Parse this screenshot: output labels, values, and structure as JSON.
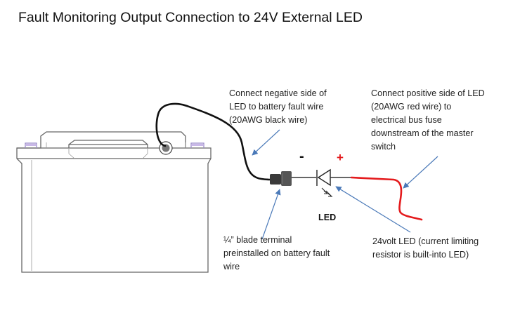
{
  "title": "Fault Monitoring Output Connection to 24V External LED",
  "annotations": {
    "negative_side": "Connect negative side of\nLED to battery fault wire\n(20AWG black wire)",
    "positive_side": "Connect positive side of LED\n(20AWG red wire) to\nelectrical bus fuse\ndownstream of the master\nswitch",
    "blade_terminal": "¼” blade terminal\npreinstalled on battery fault\nwire",
    "led_description": "24volt LED (current limiting\nresistor is built-into LED)"
  },
  "labels": {
    "minus": "-",
    "plus": "+",
    "led": "LED"
  },
  "colors": {
    "red_wire": "#e41a1c",
    "black_wire": "#111111",
    "arrow": "#4a79b8",
    "terminal": "#555555",
    "battery_outline": "#666666",
    "battery_accent": "#c9b8e8"
  }
}
